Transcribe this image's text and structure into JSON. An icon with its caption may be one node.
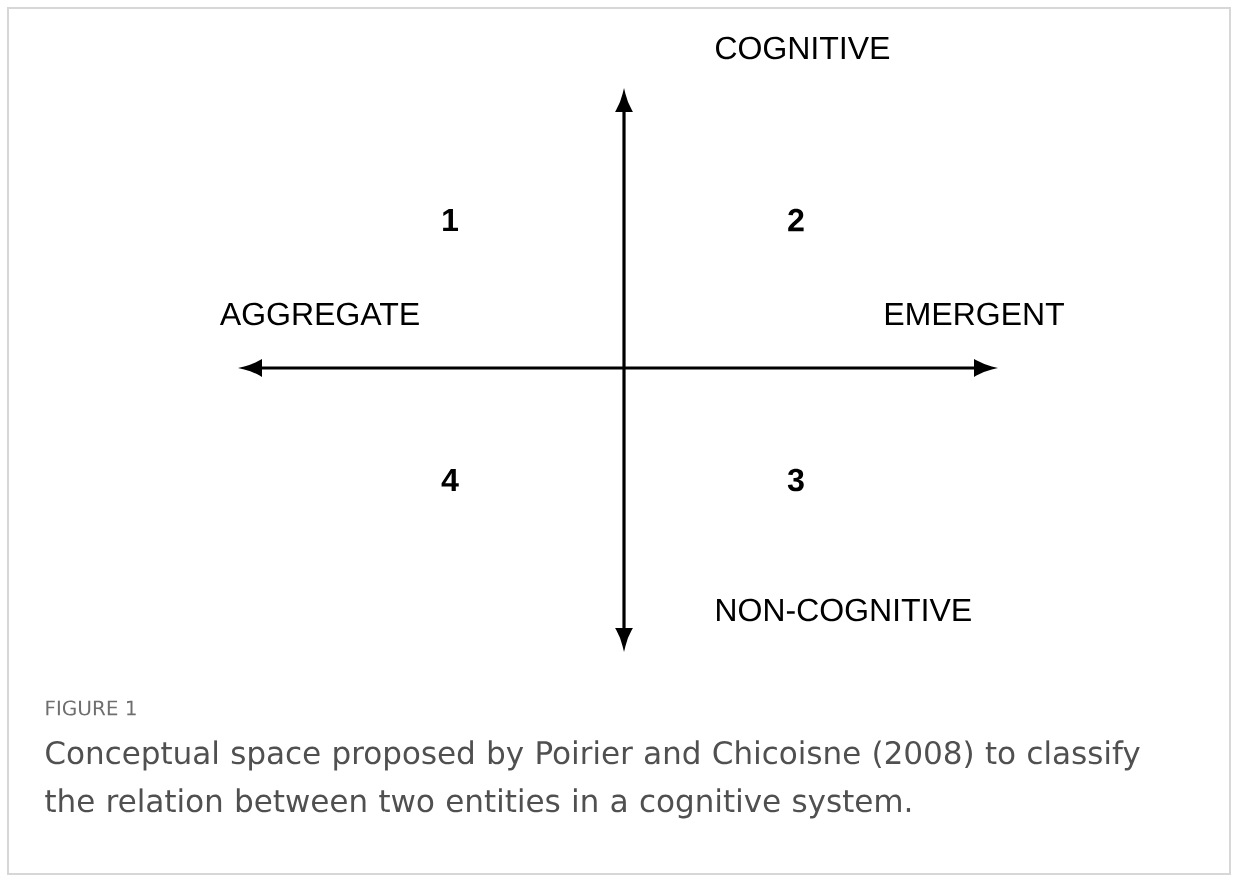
{
  "diagram": {
    "title": "FIGURE 1",
    "caption": "Conceptual space proposed by Poirier and Chicoisne (2008) to classify the relation between two entities in a cognitive system.",
    "labels": [
      "COGNITIVE",
      "1",
      "2",
      "AGGREGATE",
      "EMERGENT",
      "4",
      "3",
      "NON-COGNITIVE"
    ]
  }
}
